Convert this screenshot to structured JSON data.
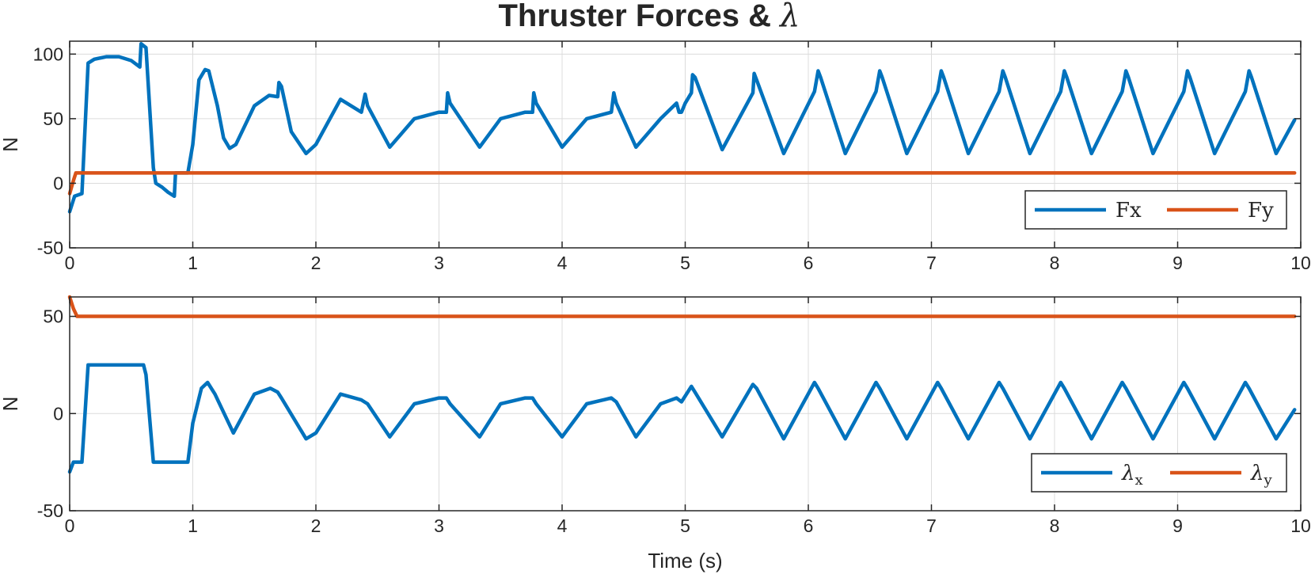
{
  "figure": {
    "title_prefix": "Thruster Forces & ",
    "title_symbol": "λ"
  },
  "colors": {
    "blue": "#0072BD",
    "orange": "#D95319",
    "axis": "#262626",
    "grid": "#dcdcdc"
  },
  "chart_data": [
    {
      "type": "line",
      "id": "top",
      "title": "Thruster Forces & λ",
      "xlabel": "",
      "ylabel": "N",
      "xlim": [
        0,
        10
      ],
      "ylim": [
        -50,
        110
      ],
      "xticks": [
        0,
        1,
        2,
        3,
        4,
        5,
        6,
        7,
        8,
        9,
        10
      ],
      "yticks": [
        -50,
        0,
        50,
        100
      ],
      "grid": true,
      "legend_position": "bottom-right",
      "series": [
        {
          "name": "Fx",
          "color": "#0072BD",
          "x": [
            0,
            0.04,
            0.1,
            0.15,
            0.2,
            0.3,
            0.4,
            0.5,
            0.57,
            0.58,
            0.62,
            0.68,
            0.7,
            0.75,
            0.8,
            0.85,
            0.86,
            0.9,
            0.96,
            1.0,
            1.05,
            1.1,
            1.13,
            1.2,
            1.25,
            1.3,
            1.35,
            1.5,
            1.62,
            1.69,
            1.7,
            1.72,
            1.8,
            1.92,
            2.0,
            2.2,
            2.37,
            2.4,
            2.42,
            2.6,
            2.8,
            3.0,
            3.06,
            3.07,
            3.09,
            3.33,
            3.5,
            3.7,
            3.76,
            3.77,
            3.79,
            4.0,
            4.2,
            4.4,
            4.42,
            4.44,
            4.6,
            4.8,
            4.93,
            4.95,
            4.97,
            5.0,
            5.05,
            5.06,
            5.08,
            5.3,
            5.55,
            5.56,
            5.58,
            5.8,
            6.05,
            6.08,
            6.1,
            6.3,
            6.55,
            6.58,
            6.6,
            6.8,
            7.05,
            7.08,
            7.1,
            7.3,
            7.55,
            7.58,
            7.6,
            7.8,
            8.05,
            8.08,
            8.1,
            8.3,
            8.55,
            8.58,
            8.6,
            8.8,
            9.05,
            9.08,
            9.1,
            9.3,
            9.55,
            9.58,
            9.6,
            9.8,
            9.95
          ],
          "y": [
            -22,
            -10,
            -8,
            93,
            96,
            98,
            98,
            95,
            90,
            108,
            105,
            12,
            0,
            -3,
            -7,
            -10,
            8,
            8,
            8,
            30,
            80,
            88,
            87,
            60,
            35,
            27,
            30,
            60,
            68,
            67,
            78,
            75,
            40,
            23,
            30,
            65,
            55,
            69,
            60,
            28,
            50,
            55,
            55,
            70,
            62,
            28,
            50,
            55,
            55,
            70,
            62,
            28,
            50,
            55,
            70,
            62,
            28,
            50,
            62,
            55,
            55,
            62,
            70,
            84,
            82,
            26,
            70,
            85,
            80,
            23,
            71,
            87,
            82,
            23,
            71,
            87,
            82,
            23,
            71,
            87,
            82,
            23,
            71,
            87,
            82,
            23,
            71,
            87,
            82,
            23,
            71,
            87,
            82,
            23,
            71,
            87,
            82,
            23,
            71,
            87,
            82,
            23,
            49
          ]
        },
        {
          "name": "Fy",
          "color": "#D95319",
          "x": [
            0,
            0.03,
            0.05,
            9.95
          ],
          "y": [
            -8,
            2,
            8,
            8
          ]
        }
      ]
    },
    {
      "type": "line",
      "id": "bottom",
      "xlabel": "Time (s)",
      "ylabel": "N",
      "xlim": [
        0,
        10
      ],
      "ylim": [
        -50,
        60
      ],
      "xticks": [
        0,
        1,
        2,
        3,
        4,
        5,
        6,
        7,
        8,
        9,
        10
      ],
      "yticks": [
        -50,
        0,
        50
      ],
      "grid": true,
      "legend_position": "bottom-right",
      "series": [
        {
          "name_symbol": "λ",
          "name_sub": "x",
          "color": "#0072BD",
          "x": [
            0,
            0.03,
            0.1,
            0.15,
            0.6,
            0.62,
            0.68,
            0.7,
            0.96,
            1.0,
            1.07,
            1.12,
            1.18,
            1.33,
            1.5,
            1.63,
            1.69,
            1.72,
            1.92,
            2.0,
            2.2,
            2.37,
            2.42,
            2.6,
            2.8,
            3.0,
            3.06,
            3.09,
            3.33,
            3.5,
            3.7,
            3.76,
            3.79,
            4.0,
            4.2,
            4.4,
            4.42,
            4.44,
            4.6,
            4.8,
            4.93,
            4.95,
            4.97,
            5.05,
            5.08,
            5.3,
            5.55,
            5.58,
            5.8,
            6.05,
            6.08,
            6.3,
            6.55,
            6.58,
            6.8,
            7.05,
            7.08,
            7.3,
            7.55,
            7.58,
            7.8,
            8.05,
            8.08,
            8.3,
            8.55,
            8.58,
            8.8,
            9.05,
            9.08,
            9.3,
            9.55,
            9.58,
            9.8,
            9.95
          ],
          "y": [
            -30,
            -25,
            -25,
            25,
            25,
            20,
            -25,
            -25,
            -25,
            -5,
            13,
            16,
            10,
            -10,
            10,
            13,
            11,
            8,
            -13,
            -10,
            10,
            7,
            5,
            -12,
            5,
            8,
            8,
            5,
            -12,
            5,
            8,
            8,
            5,
            -12,
            5,
            8,
            7,
            6,
            -12,
            5,
            8,
            7,
            6,
            14,
            11,
            -12,
            15,
            13,
            -13,
            16,
            13,
            -13,
            16,
            13,
            -13,
            16,
            13,
            -13,
            16,
            13,
            -13,
            16,
            13,
            -13,
            16,
            13,
            -13,
            16,
            13,
            -13,
            16,
            13,
            -13,
            2
          ]
        },
        {
          "name_symbol": "λ",
          "name_sub": "y",
          "color": "#D95319",
          "x": [
            0,
            0.03,
            0.06,
            9.95
          ],
          "y": [
            60,
            54,
            50,
            50
          ]
        }
      ]
    }
  ]
}
